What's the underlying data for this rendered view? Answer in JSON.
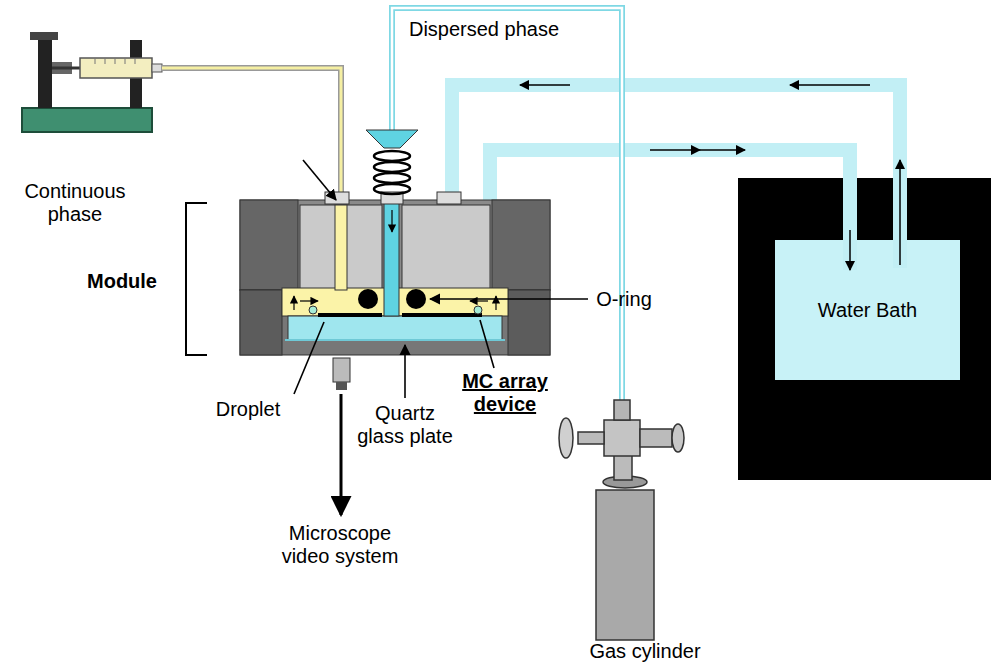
{
  "diagram": {
    "nodes": [
      {
        "text": [
          "Water Bath"
        ]
      }
    ],
    "labels": [
      "Dispersed phase",
      "Continuous phase",
      "Module",
      "O-ring",
      "Droplet",
      "Quartz glass plate",
      "MC array device",
      "Microscope video system",
      "Gas cylinder"
    ]
  }
}
